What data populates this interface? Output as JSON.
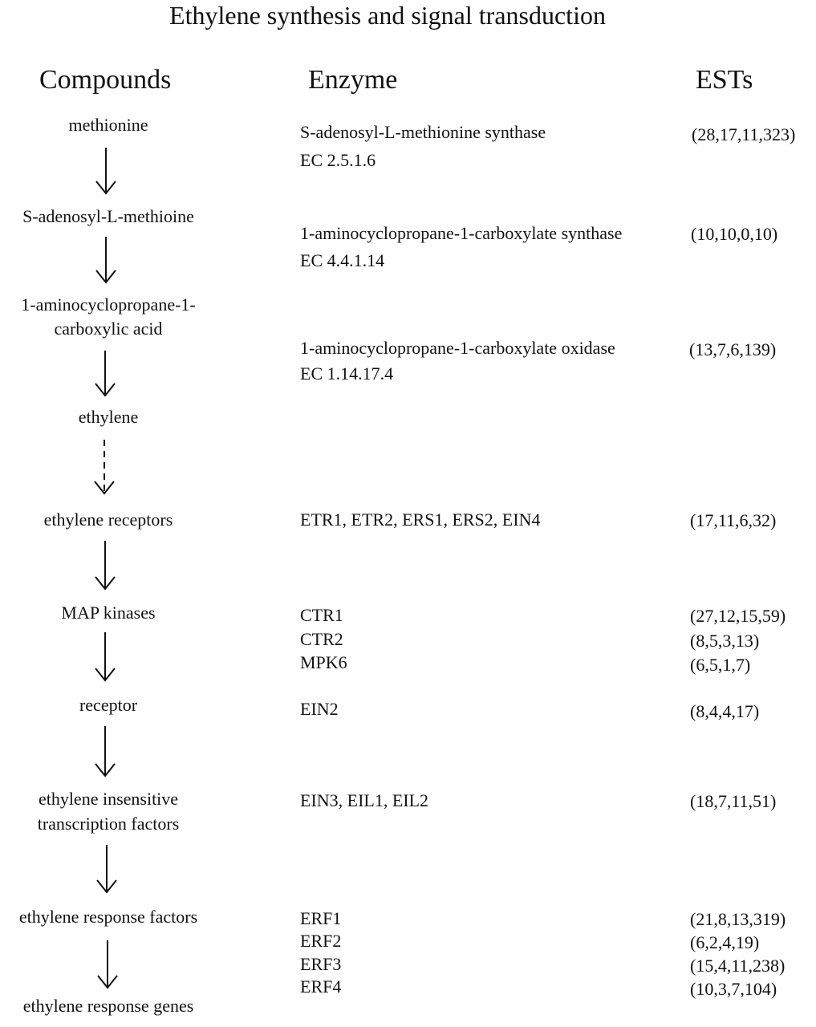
{
  "title": "Ethylene synthesis and signal transduction",
  "headers": {
    "compounds": "Compounds",
    "enzyme": "Enzyme",
    "ests": "ESTs"
  },
  "compounds": {
    "c1": "methionine",
    "c2": "S-adenosyl-L-methioine",
    "c3a": "1-aminocyclopropane-1-",
    "c3b": "carboxylic acid",
    "c4": "ethylene",
    "c5": "ethylene receptors",
    "c6": "MAP kinases",
    "c7": "receptor",
    "c8a": "ethylene insensitive",
    "c8b": "transcription factors",
    "c9": "ethylene response factors",
    "c10": "ethylene response genes"
  },
  "enzymes": {
    "e1": "S-adenosyl-L-methionine synthase",
    "e1ec": "EC 2.5.1.6",
    "e2": "1-aminocyclopropane-1-carboxylate synthase",
    "e2ec": "EC 4.4.1.14",
    "e3": "1-aminocyclopropane-1-carboxylate oxidase",
    "e3ec": "EC 1.14.17.4",
    "e4": "ETR1, ETR2, ERS1, ERS2, EIN4",
    "e5": "CTR1",
    "e6": "CTR2",
    "e7": "MPK6",
    "e8": "EIN2",
    "e9": "EIN3, EIL1, EIL2",
    "e10": "ERF1",
    "e11": "ERF2",
    "e12": "ERF3",
    "e13": "ERF4"
  },
  "ests": {
    "s1": "(28,17,11,323)",
    "s2": "(10,10,0,10)",
    "s3": "(13,7,6,139)",
    "s4": "(17,11,6,32)",
    "s5": "(27,12,15,59)",
    "s6": "(8,5,3,13)",
    "s7": "(6,5,1,7)",
    "s8": "(8,4,4,17)",
    "s9": "(18,7,11,51)",
    "s10": "(21,8,13,319)",
    "s11": "(6,2,4,19)",
    "s12": "(15,4,11,238)",
    "s13": "(10,3,7,104)"
  }
}
